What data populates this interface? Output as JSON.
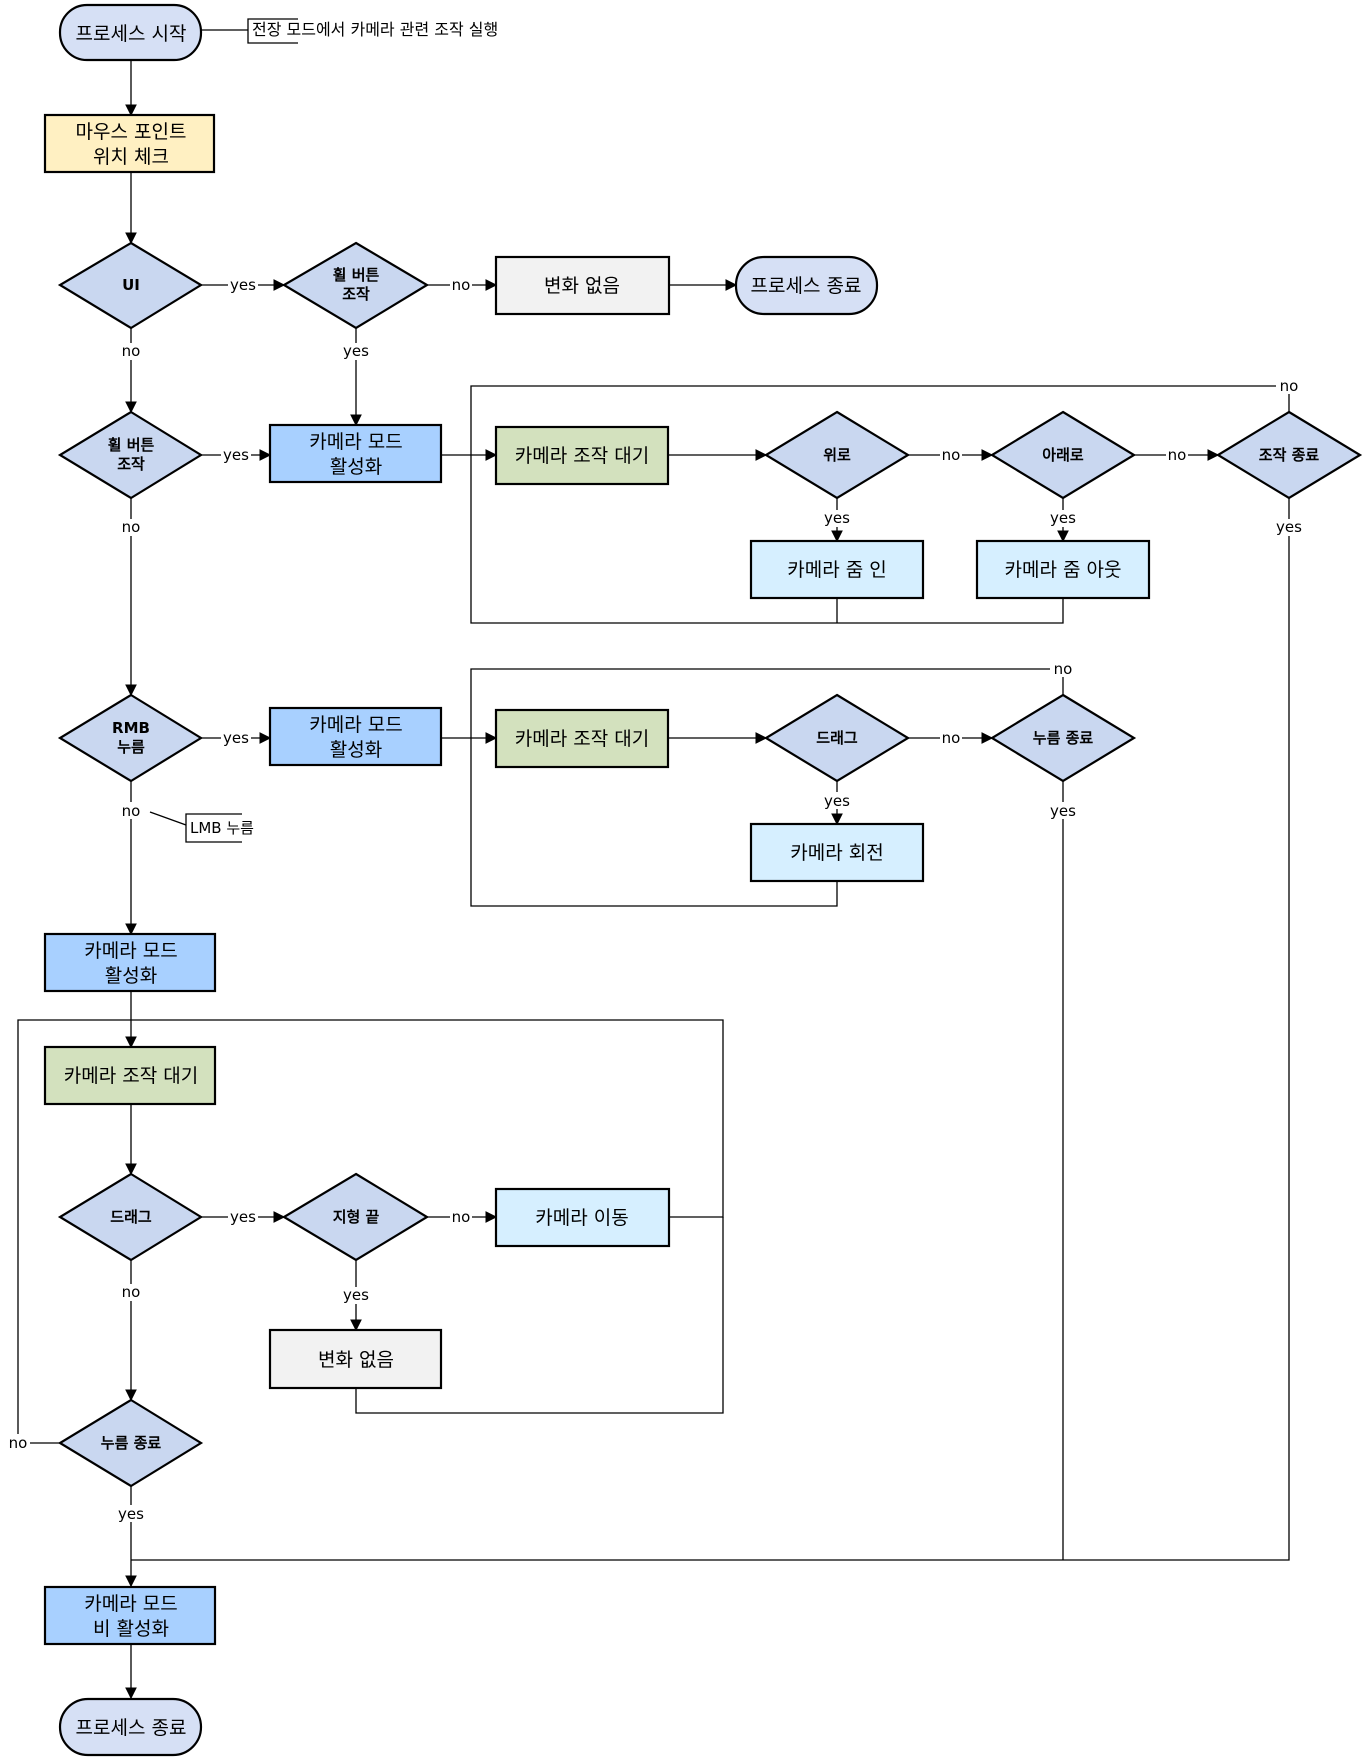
{
  "colors": {
    "terminal": "#d6e0f5",
    "check": "#fff0c2",
    "decision": "#c9d7f0",
    "camera_mode": "#a8d0ff",
    "wait": "#d3e1be",
    "action": "#d6efff",
    "nochange": "#f2f2f2"
  },
  "nodes": {
    "start": "프로세스 시작",
    "start_note": "전장 모드에서 카메라 관련 조작 실행",
    "mouse_check_l1": "마우스 포인트",
    "mouse_check_l2": "위치 체크",
    "d_ui": "UI",
    "d_wheel_ui_l1": "휠 버튼",
    "d_wheel_ui_l2": "조작",
    "no_change_1": "변화 없음",
    "end_1": "프로세스 종료",
    "d_wheel_l1": "휠 버튼",
    "d_wheel_l2": "조작",
    "cam_mode_1_l1": "카메라 모드",
    "cam_mode_1_l2": "활성화",
    "wait_1": "카메라 조작 대기",
    "d_up": "위로",
    "d_down": "아래로",
    "d_op_end": "조작 종료",
    "zoom_in": "카메라 줌 인",
    "zoom_out": "카메라 줌 아웃",
    "d_rmb_l1": "RMB",
    "d_rmb_l2": "누름",
    "cam_mode_2_l1": "카메라 모드",
    "cam_mode_2_l2": "활성화",
    "wait_2": "카메라 조작 대기",
    "d_drag_1": "드래그",
    "d_press_end_1": "누름 종료",
    "cam_rotate": "카메라 회전",
    "lmb_note": "LMB 누름",
    "cam_mode_3_l1": "카메라 모드",
    "cam_mode_3_l2": "활성화",
    "wait_3": "카메라 조작 대기",
    "d_drag_2": "드래그",
    "d_terrain": "지형 끝",
    "cam_move": "카메라 이동",
    "no_change_2": "변화 없음",
    "d_press_end_2": "누름 종료",
    "cam_off_l1": "카메라 모드",
    "cam_off_l2": "비 활성화",
    "end_2": "프로세스 종료"
  },
  "edges": {
    "yes": "yes",
    "no": "no"
  }
}
